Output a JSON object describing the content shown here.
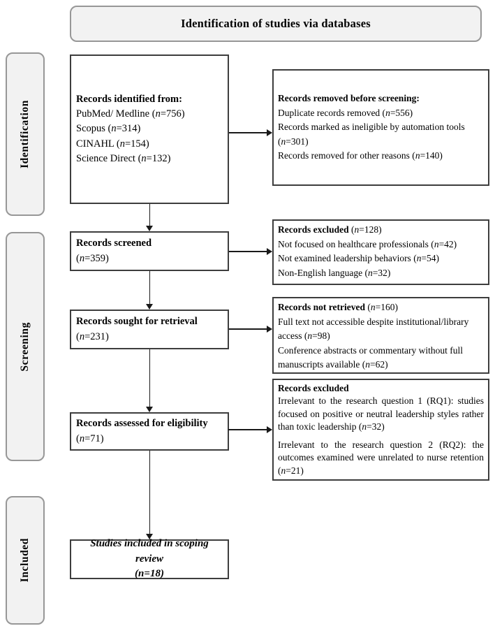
{
  "title": "Identification of studies via databases",
  "sidebar": {
    "identification": "Identification",
    "screening": "Screening",
    "included": "Included"
  },
  "boxes": {
    "identified": {
      "heading": "Records identified from:",
      "lines": [
        "PubMed/ Medline (n=756)",
        "Scopus (n=314)",
        "CINAHL (n=154)",
        "Science Direct (n=132)"
      ]
    },
    "removed": {
      "heading": "Records removed before screening:",
      "lines": [
        "Duplicate records removed (n=556)",
        "Records marked as ineligible by automation tools (n=301)",
        "Records removed for other reasons (n=140)"
      ]
    },
    "screened": {
      "heading": "Records screened",
      "count": "(n=359)"
    },
    "excluded1": {
      "heading": "Records excluded",
      "count": "(n=128)",
      "lines": [
        "Not focused on healthcare professionals (n=42)",
        "Not examined leadership behaviors (n=54)",
        "Non-English language (n=32)"
      ]
    },
    "sought": {
      "heading": "Records sought for retrieval",
      "count": "(n=231)"
    },
    "not_retrieved": {
      "heading": "Records not retrieved",
      "count": "(n=160)",
      "lines": [
        "Full text not accessible despite institutional/library access (n=98)",
        "Conference abstracts or commentary without full manuscripts available (n=62)"
      ]
    },
    "assessed": {
      "heading": "Records assessed for eligibility",
      "count": "(n=71)"
    },
    "excluded2": {
      "heading": "Records excluded",
      "paragraphs": [
        "Irrelevant to the research question 1 (RQ1): studies focused on positive or neutral leadership styles rather than toxic leadership (n=32)",
        "Irrelevant to the research question 2 (RQ2): the outcomes examined were unrelated to nurse retention (n=21)"
      ]
    },
    "included": {
      "line1": "Studies included in scoping review",
      "line2": "(n=18)"
    }
  }
}
